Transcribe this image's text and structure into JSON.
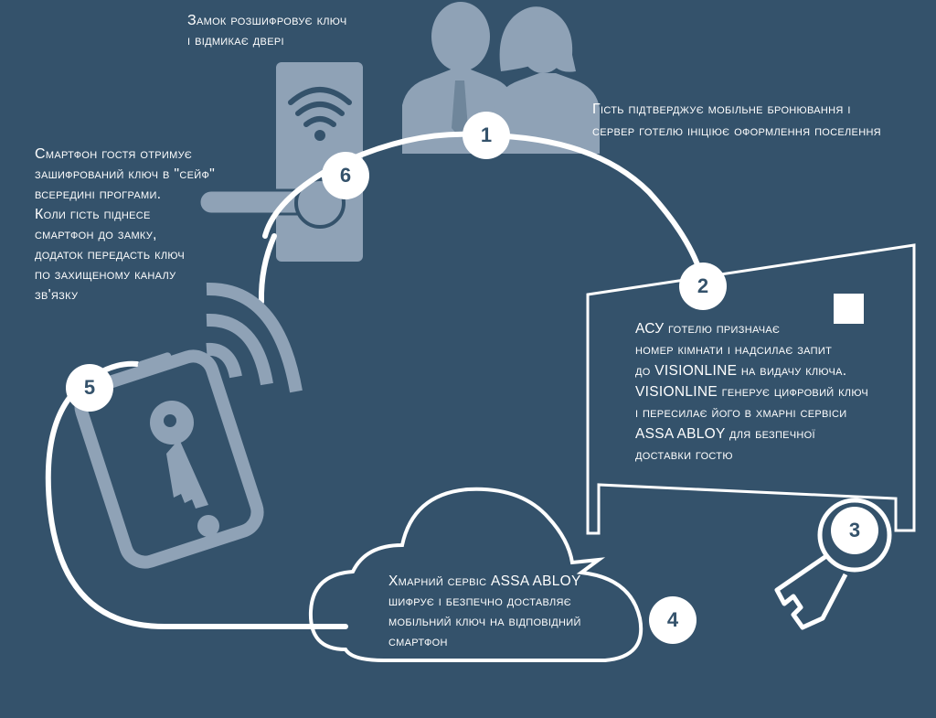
{
  "colors": {
    "background": "#34526b",
    "silhouette": "#8fa2b6",
    "accent": "#ffffff"
  },
  "icons": [
    "people-icon",
    "door-lock-icon",
    "smartphone-key-icon",
    "wireless-signal-icon",
    "key-icon",
    "cloud-icon",
    "server-document-icon"
  ],
  "steps": [
    {
      "number": "1",
      "lines": [
        "Гість підтверджує мобільне бронювання і",
        "сервер готелю ініціює оформлення поселення"
      ]
    },
    {
      "number": "2",
      "lines": [
        "АСУ готелю призначає",
        "номер кімнати і надсилає запит",
        "до VISIONLINE на видачу ключа.",
        "VISIONLINE генерує цифровий ключ",
        "і пересилає його в хмарні сервіси",
        "ASSA ABLOY для безпечної",
        "доставки гостю"
      ]
    },
    {
      "number": "3"
    },
    {
      "number": "4",
      "lines": [
        "Хмарний сервіс ASSA ABLOY",
        "шифрує і безпечно доставляє",
        "мобільний ключ на відповідний",
        "смартфон"
      ]
    },
    {
      "number": "5"
    },
    {
      "number": "6",
      "lines": [
        "Смартфон гостя отримує",
        "зашифрований ключ в \"сейф\"",
        "всередині програми.",
        "Коли гість піднесе",
        "смартфон до замку,",
        "додаток передасть ключ",
        "по захищеному каналу",
        "зв'язку"
      ]
    }
  ],
  "lock_caption": [
    "Замок розшифровує ключ",
    "і відмикає двері"
  ]
}
